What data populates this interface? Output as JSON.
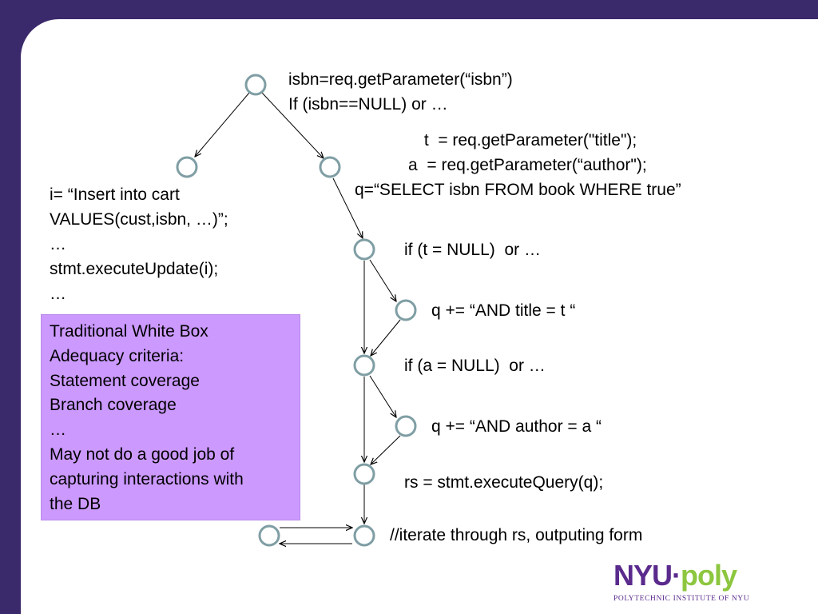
{
  "colors": {
    "background": "#3b2a6b",
    "slide": "#ffffff",
    "node_stroke": "#7f9ea4",
    "note_box": "#cc99ff",
    "logo_purple": "#5a2a8c",
    "logo_green": "#8dc63f"
  },
  "labels": {
    "root": [
      "isbn=req.getParameter(“isbn”)",
      "If (isbn==NULL) or …"
    ],
    "right_branch": [
      " t  = req.getParameter(\"title\");",
      "a  = req.getParameter(“author\");",
      "q=“SELECT isbn FROM book WHERE true”"
    ],
    "left_branch": [
      "i= “Insert into cart",
      "VALUES(cust,isbn, …)”;",
      "…",
      "stmt.executeUpdate(i);",
      "…"
    ],
    "if_title": "if (t = NULL)  or …",
    "add_title": "q += “AND title = t “",
    "if_author": "if (a = NULL)  or …",
    "add_author": "q += “AND author = a “",
    "execute_query": "rs = stmt.executeQuery(q);",
    "iterate": "//iterate through rs, outputing form"
  },
  "note": {
    "lines": [
      "Traditional White Box",
      "Adequacy criteria:",
      "Statement coverage",
      "Branch coverage",
      "…",
      "May not do a good job of",
      "capturing interactions with",
      "the DB"
    ]
  },
  "logo": {
    "nyu": "NYU",
    "dot": "·",
    "poly": "poly",
    "subtitle": "POLYTECHNIC INSTITUTE OF NYU"
  },
  "graph": {
    "nodes": [
      "n-root",
      "n-left",
      "n-right",
      "n-if-title",
      "n-add-title",
      "n-if-author",
      "n-add-author",
      "n-exec",
      "n-iter",
      "n-loop"
    ],
    "edges": [
      [
        "n-root",
        "n-left"
      ],
      [
        "n-root",
        "n-right"
      ],
      [
        "n-right",
        "n-if-title"
      ],
      [
        "n-if-title",
        "n-add-title"
      ],
      [
        "n-if-title",
        "n-if-author"
      ],
      [
        "n-add-title",
        "n-if-author"
      ],
      [
        "n-if-author",
        "n-add-author"
      ],
      [
        "n-if-author",
        "n-exec"
      ],
      [
        "n-add-author",
        "n-exec"
      ],
      [
        "n-exec",
        "n-iter"
      ],
      [
        "n-loop",
        "n-iter"
      ],
      [
        "n-iter",
        "n-loop"
      ]
    ]
  }
}
